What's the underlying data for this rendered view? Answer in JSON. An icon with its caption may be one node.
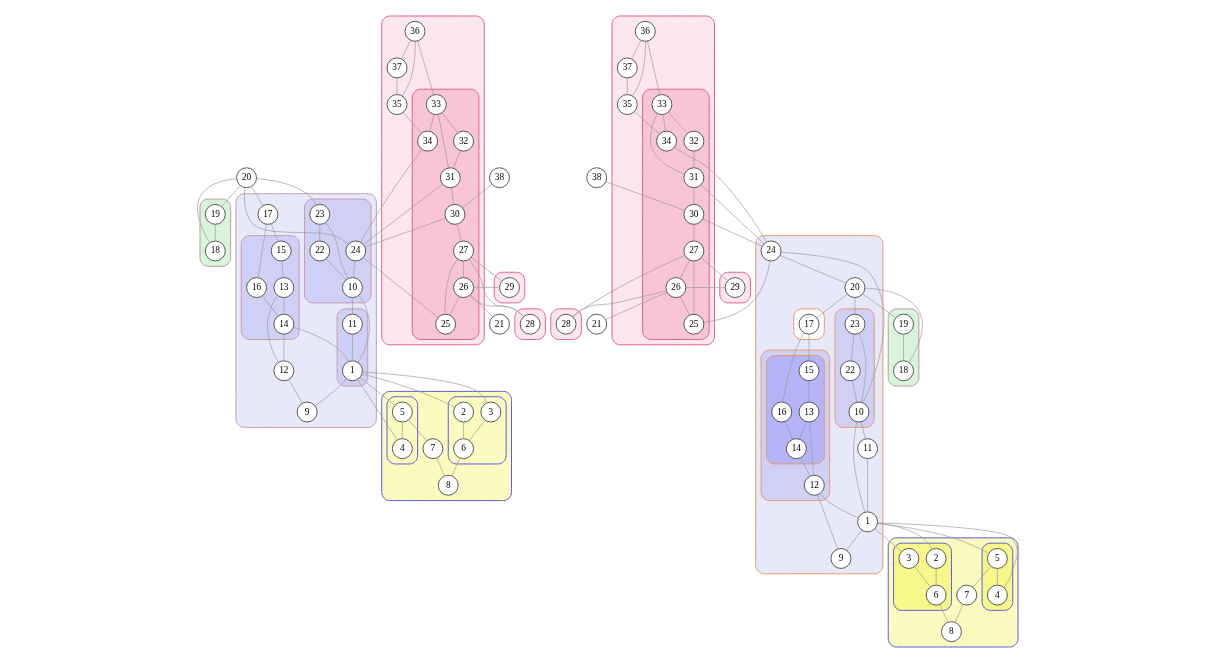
{
  "diagram": {
    "nodes": [
      {
        "text": [],
        "shape": "band"
      },
      {
        "text": [
          "37"
        ],
        "in": 0
      },
      {
        "text": [
          "36"
        ],
        "in": 0
      },
      {
        "text": [
          "35"
        ],
        "in": 0
      },
      {
        "text": [],
        "shape": "band",
        "in": 0
      },
      {
        "text": [
          "33"
        ],
        "in": 4
      },
      {
        "text": [
          "32"
        ],
        "in": 4
      },
      {
        "text": [
          "34"
        ],
        "in": 4
      },
      {
        "text": [
          "31"
        ],
        "in": 4
      },
      {
        "text": [
          "30"
        ],
        "in": 4
      },
      {
        "text": [
          "27"
        ],
        "in": 4
      },
      {
        "text": [
          "25"
        ],
        "in": 4
      },
      {
        "text": [
          "26"
        ],
        "in": 4
      },
      {
        "text": [
          "38"
        ]
      },
      {
        "text": [],
        "shape": "band"
      },
      {
        "text": [
          "29"
        ],
        "in": 14
      },
      {
        "text": [],
        "shape": "band"
      },
      {
        "text": [
          "28"
        ],
        "in": 16
      },
      {
        "text": [
          "21"
        ]
      },
      {
        "text": [],
        "shape": "band"
      },
      {
        "text": [
          "19"
        ],
        "in": 19
      },
      {
        "text": [
          "18"
        ],
        "in": 19
      },
      {
        "text": [
          "20"
        ]
      },
      {
        "text": [],
        "shape": "band"
      },
      {
        "text": [
          "17"
        ],
        "in": 23
      },
      {
        "text": [],
        "shape": "band",
        "in": 23
      },
      {
        "text": [
          "24"
        ],
        "in": 25
      },
      {
        "text": [
          "23"
        ],
        "in": 25
      },
      {
        "text": [
          "22"
        ],
        "in": 25
      },
      {
        "text": [
          "10"
        ],
        "in": 25
      },
      {
        "text": [],
        "shape": "band",
        "in": 23
      },
      {
        "text": [
          "15"
        ],
        "in": 30
      },
      {
        "text": [
          "13"
        ],
        "in": 30
      },
      {
        "text": [
          "16"
        ],
        "in": 30
      },
      {
        "text": [
          "14"
        ],
        "in": 30
      },
      {
        "text": [
          "12"
        ],
        "in": 23
      },
      {
        "text": [],
        "shape": "band",
        "in": 23
      },
      {
        "text": [
          "11"
        ],
        "in": 36
      },
      {
        "text": [
          "1"
        ],
        "in": 36
      },
      {
        "text": [
          "9"
        ],
        "in": 23
      },
      {
        "text": [],
        "shape": "band"
      },
      {
        "text": [],
        "shape": "band",
        "in": 40
      },
      {
        "text": [
          "5"
        ],
        "in": 41
      },
      {
        "text": [
          "4"
        ],
        "in": 41
      },
      {
        "text": [],
        "shape": "band",
        "in": 40
      },
      {
        "text": [
          "3"
        ],
        "in": 44
      },
      {
        "text": [
          "2"
        ],
        "in": 44
      },
      {
        "text": [
          "6"
        ],
        "in": 44
      },
      {
        "text": [
          "7"
        ],
        "in": 40
      },
      {
        "text": [
          "8"
        ],
        "in": 40
      },
      {
        "text": [],
        "shape": "band"
      },
      {
        "text": [
          "36"
        ],
        "in": 50
      },
      {
        "text": [
          "37"
        ],
        "in": 50
      },
      {
        "text": [
          "35"
        ],
        "in": 50
      },
      {
        "text": [],
        "shape": "band",
        "in": 50
      },
      {
        "text": [
          "32"
        ],
        "in": 54
      },
      {
        "text": [
          "33"
        ],
        "in": 54
      },
      {
        "text": [
          "31"
        ],
        "in": 54
      },
      {
        "text": [
          "34"
        ],
        "in": 54
      },
      {
        "text": [
          "38"
        ]
      },
      {
        "text": [
          "30"
        ],
        "in": 54
      },
      {
        "text": [
          "27"
        ],
        "in": 54
      },
      {
        "text": [
          "25"
        ],
        "in": 54
      },
      {
        "text": [
          "26"
        ],
        "in": 54
      },
      {
        "text": [],
        "shape": "band"
      },
      {
        "text": [
          "29"
        ],
        "in": 64
      },
      {
        "text": [],
        "shape": "band"
      },
      {
        "text": [
          "28"
        ],
        "in": 66
      },
      {
        "text": [
          "21"
        ]
      },
      {
        "text": [],
        "shape": "band"
      },
      {
        "text": [
          "19"
        ],
        "in": 69
      },
      {
        "text": [
          "18"
        ],
        "in": 69
      },
      {
        "text": [],
        "shape": "band"
      },
      {
        "text": [
          "24"
        ],
        "in": 72
      },
      {
        "text": [
          "20"
        ],
        "in": 72
      },
      {
        "text": [],
        "shape": "band",
        "in": 72
      },
      {
        "text": [
          "17"
        ],
        "in": 75
      },
      {
        "text": [],
        "shape": "band",
        "in": 72
      },
      {
        "text": [
          "22"
        ],
        "in": 77
      },
      {
        "text": [
          "23"
        ],
        "in": 77
      },
      {
        "text": [
          "10"
        ],
        "in": 77
      },
      {
        "text": [],
        "shape": "band",
        "in": 72
      },
      {
        "text": [],
        "shape": "band",
        "in": 81
      },
      {
        "text": [
          "16"
        ],
        "in": 82
      },
      {
        "text": [
          "14"
        ],
        "in": 82
      },
      {
        "text": [
          "15"
        ],
        "in": 82
      },
      {
        "text": [
          "13"
        ],
        "in": 82
      },
      {
        "text": [
          "12"
        ],
        "in": 81
      },
      {
        "text": [
          "11"
        ],
        "in": 72
      },
      {
        "text": [
          "1"
        ],
        "in": 72
      },
      {
        "text": [
          "9"
        ],
        "in": 72
      },
      {
        "text": [],
        "shape": "band"
      },
      {
        "text": [],
        "shape": "band",
        "in": 91
      },
      {
        "text": [
          "2"
        ],
        "in": 92
      },
      {
        "text": [
          "6"
        ],
        "in": 92
      },
      {
        "text": [
          "3"
        ],
        "in": 92
      },
      {
        "text": [
          "8"
        ],
        "in": 91
      },
      {
        "text": [],
        "shape": "band",
        "in": 91
      },
      {
        "text": [
          "4"
        ],
        "in": 97
      },
      {
        "text": [
          "5"
        ],
        "in": 97
      },
      {
        "text": [
          "7"
        ],
        "in": 91
      }
    ],
    "edges": [
      {
        "from": 2,
        "to": 1,
        "arrow": "none"
      },
      {
        "from": 2,
        "to": 3,
        "arrow": "none"
      },
      {
        "from": 1,
        "to": 3,
        "arrow": "none"
      },
      {
        "from": 2,
        "to": 5,
        "arrow": "none"
      },
      {
        "from": 3,
        "to": 7,
        "arrow": "none"
      },
      {
        "from": 5,
        "to": 6,
        "arrow": "none"
      },
      {
        "from": 5,
        "to": 8,
        "arrow": "none"
      },
      {
        "from": 5,
        "to": 7,
        "arrow": "none"
      },
      {
        "from": 6,
        "to": 8,
        "arrow": "none"
      },
      {
        "from": 8,
        "to": 9,
        "arrow": "none"
      },
      {
        "from": 8,
        "to": 26,
        "arrow": "none"
      },
      {
        "from": 7,
        "to": 26,
        "arrow": "none"
      },
      {
        "from": 13,
        "to": 9,
        "arrow": "none"
      },
      {
        "from": 9,
        "to": 26,
        "arrow": "none"
      },
      {
        "from": 9,
        "to": 10,
        "arrow": "none"
      },
      {
        "from": 26,
        "to": 22,
        "arrow": "none"
      },
      {
        "from": 26,
        "to": 11,
        "arrow": "none"
      },
      {
        "from": 26,
        "to": 29,
        "arrow": "none"
      },
      {
        "from": 10,
        "to": 11,
        "arrow": "none"
      },
      {
        "from": 10,
        "to": 15,
        "arrow": "none"
      },
      {
        "from": 10,
        "to": 12,
        "arrow": "none"
      },
      {
        "from": 10,
        "to": 17,
        "arrow": "none"
      },
      {
        "from": 15,
        "to": 12,
        "arrow": "none"
      },
      {
        "from": 12,
        "to": 11,
        "arrow": "none"
      },
      {
        "from": 12,
        "to": 17,
        "arrow": "none"
      },
      {
        "from": 12,
        "to": 18,
        "arrow": "none"
      },
      {
        "from": 22,
        "to": 27,
        "arrow": "none"
      },
      {
        "from": 22,
        "to": 20,
        "arrow": "none"
      },
      {
        "from": 22,
        "to": 21,
        "arrow": "none"
      },
      {
        "from": 22,
        "to": 24,
        "arrow": "none"
      },
      {
        "from": 20,
        "to": 21,
        "arrow": "none"
      },
      {
        "from": 27,
        "to": 28,
        "arrow": "none"
      },
      {
        "from": 27,
        "to": 29,
        "arrow": "none"
      },
      {
        "from": 28,
        "to": 29,
        "arrow": "none"
      },
      {
        "from": 29,
        "to": 37,
        "arrow": "none"
      },
      {
        "from": 29,
        "to": 38,
        "arrow": "none"
      },
      {
        "from": 37,
        "to": 38,
        "arrow": "none"
      },
      {
        "from": 24,
        "to": 31,
        "arrow": "none"
      },
      {
        "from": 24,
        "to": 33,
        "arrow": "none"
      },
      {
        "from": 31,
        "to": 32,
        "arrow": "none"
      },
      {
        "from": 32,
        "to": 35,
        "arrow": "none"
      },
      {
        "from": 32,
        "to": 34,
        "arrow": "none"
      },
      {
        "from": 33,
        "to": 34,
        "arrow": "none"
      },
      {
        "from": 34,
        "to": 35,
        "arrow": "none"
      },
      {
        "from": 34,
        "to": 38,
        "arrow": "none"
      },
      {
        "from": 35,
        "to": 39,
        "arrow": "none"
      },
      {
        "from": 38,
        "to": 39,
        "arrow": "none"
      },
      {
        "from": 38,
        "to": 42,
        "arrow": "none"
      },
      {
        "from": 38,
        "to": 43,
        "arrow": "none"
      },
      {
        "from": 38,
        "to": 45,
        "arrow": "none"
      },
      {
        "from": 38,
        "to": 46,
        "arrow": "none"
      },
      {
        "from": 42,
        "to": 43,
        "arrow": "none"
      },
      {
        "from": 42,
        "to": 48,
        "arrow": "none"
      },
      {
        "from": 45,
        "to": 47,
        "arrow": "none"
      },
      {
        "from": 46,
        "to": 47,
        "arrow": "none"
      },
      {
        "from": 47,
        "to": 49,
        "arrow": "none"
      },
      {
        "from": 48,
        "to": 49,
        "arrow": "none"
      },
      {
        "from": 51,
        "to": 52,
        "arrow": "none"
      },
      {
        "from": 51,
        "to": 53,
        "arrow": "none"
      },
      {
        "from": 52,
        "to": 53,
        "arrow": "none"
      },
      {
        "from": 51,
        "to": 56,
        "arrow": "none"
      },
      {
        "from": 53,
        "to": 58,
        "arrow": "none"
      },
      {
        "from": 56,
        "to": 55,
        "arrow": "none"
      },
      {
        "from": 56,
        "to": 57,
        "arrow": "none"
      },
      {
        "from": 56,
        "to": 58,
        "arrow": "none"
      },
      {
        "from": 55,
        "to": 57,
        "arrow": "none"
      },
      {
        "from": 57,
        "to": 60,
        "arrow": "none"
      },
      {
        "from": 57,
        "to": 73,
        "arrow": "none"
      },
      {
        "from": 58,
        "to": 73,
        "arrow": "none"
      },
      {
        "from": 59,
        "to": 60,
        "arrow": "none"
      },
      {
        "from": 60,
        "to": 73,
        "arrow": "none"
      },
      {
        "from": 60,
        "to": 61,
        "arrow": "none"
      },
      {
        "from": 73,
        "to": 74,
        "arrow": "none"
      },
      {
        "from": 73,
        "to": 62,
        "arrow": "none"
      },
      {
        "from": 73,
        "to": 80,
        "arrow": "none"
      },
      {
        "from": 61,
        "to": 62,
        "arrow": "none"
      },
      {
        "from": 61,
        "to": 65,
        "arrow": "none"
      },
      {
        "from": 61,
        "to": 63,
        "arrow": "none"
      },
      {
        "from": 61,
        "to": 67,
        "arrow": "none"
      },
      {
        "from": 65,
        "to": 63,
        "arrow": "none"
      },
      {
        "from": 63,
        "to": 62,
        "arrow": "none"
      },
      {
        "from": 63,
        "to": 67,
        "arrow": "none"
      },
      {
        "from": 63,
        "to": 68,
        "arrow": "none"
      },
      {
        "from": 74,
        "to": 79,
        "arrow": "none"
      },
      {
        "from": 74,
        "to": 70,
        "arrow": "none"
      },
      {
        "from": 74,
        "to": 71,
        "arrow": "none"
      },
      {
        "from": 74,
        "to": 76,
        "arrow": "none"
      },
      {
        "from": 70,
        "to": 71,
        "arrow": "none"
      },
      {
        "from": 79,
        "to": 78,
        "arrow": "none"
      },
      {
        "from": 79,
        "to": 80,
        "arrow": "none"
      },
      {
        "from": 78,
        "to": 80,
        "arrow": "none"
      },
      {
        "from": 80,
        "to": 88,
        "arrow": "none"
      },
      {
        "from": 80,
        "to": 89,
        "arrow": "none"
      },
      {
        "from": 88,
        "to": 89,
        "arrow": "none"
      },
      {
        "from": 76,
        "to": 85,
        "arrow": "none"
      },
      {
        "from": 76,
        "to": 83,
        "arrow": "none"
      },
      {
        "from": 85,
        "to": 86,
        "arrow": "none"
      },
      {
        "from": 86,
        "to": 87,
        "arrow": "none"
      },
      {
        "from": 86,
        "to": 84,
        "arrow": "none"
      },
      {
        "from": 83,
        "to": 84,
        "arrow": "none"
      },
      {
        "from": 84,
        "to": 87,
        "arrow": "none"
      },
      {
        "from": 87,
        "to": 89,
        "arrow": "none"
      },
      {
        "from": 87,
        "to": 90,
        "arrow": "none"
      },
      {
        "from": 89,
        "to": 90,
        "arrow": "none"
      },
      {
        "from": 89,
        "to": 99,
        "arrow": "none"
      },
      {
        "from": 89,
        "to": 98,
        "arrow": "none"
      },
      {
        "from": 89,
        "to": 95,
        "arrow": "none"
      },
      {
        "from": 89,
        "to": 93,
        "arrow": "none"
      },
      {
        "from": 99,
        "to": 98,
        "arrow": "none"
      },
      {
        "from": 99,
        "to": 100,
        "arrow": "none"
      },
      {
        "from": 95,
        "to": 94,
        "arrow": "none"
      },
      {
        "from": 93,
        "to": 94,
        "arrow": "none"
      },
      {
        "from": 94,
        "to": 96,
        "arrow": "none"
      },
      {
        "from": 100,
        "to": 96,
        "arrow": "none"
      }
    ]
  }
}
